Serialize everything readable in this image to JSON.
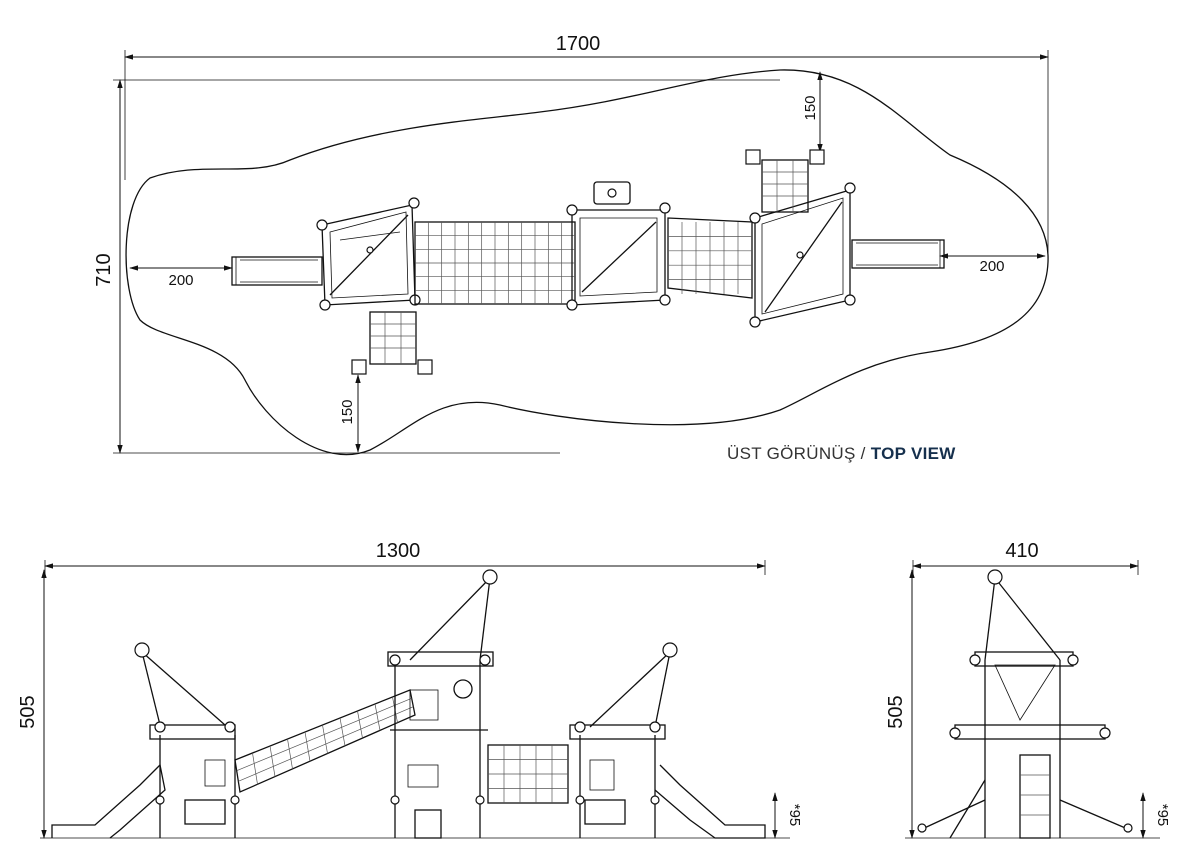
{
  "top_view": {
    "width_dim": "1700",
    "depth_dim": "710",
    "left_slide_dim": "200",
    "right_slide_dim": "200",
    "top_ladder_dim": "150",
    "bottom_ladder_dim": "150",
    "caption_tr": "ÜST GÖRÜNÜŞ",
    "caption_sep": "/",
    "caption_en": "TOP VIEW"
  },
  "front_view": {
    "width_dim": "1300",
    "height_dim": "505",
    "foundation_dim": "*95"
  },
  "side_view": {
    "width_dim": "410",
    "height_dim": "505",
    "foundation_dim": "*95"
  }
}
